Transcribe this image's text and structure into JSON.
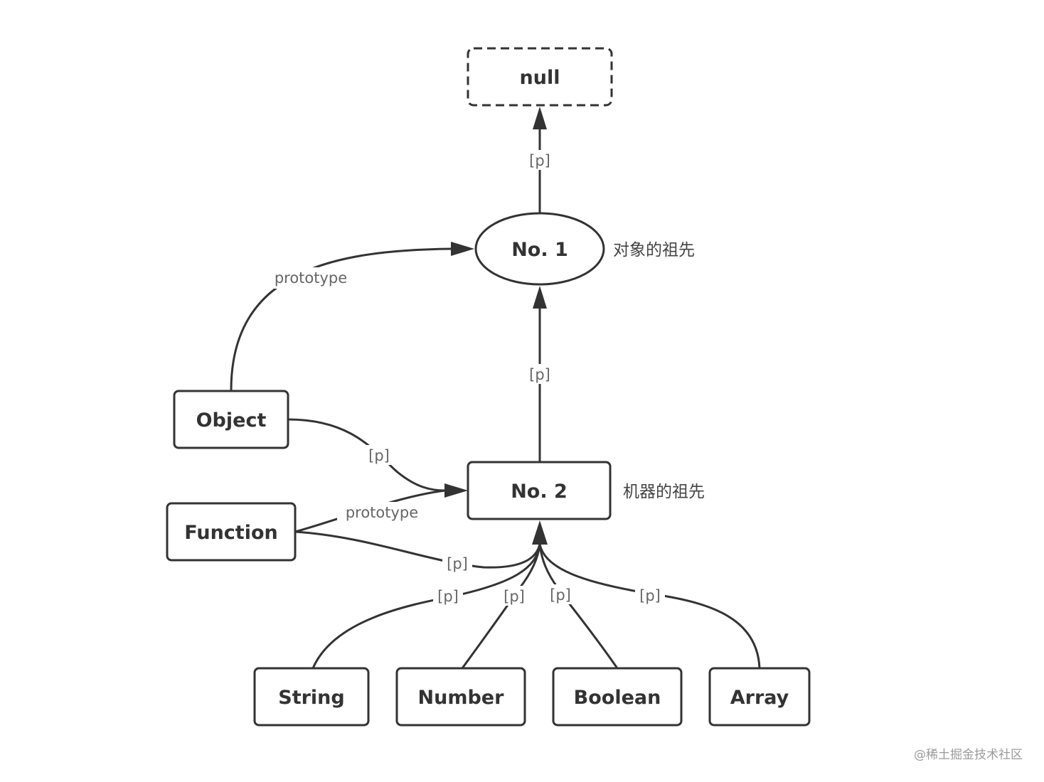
{
  "diagram": {
    "nodes": {
      "null": {
        "label": "null",
        "shape": "dashed-rounded-rect"
      },
      "no1": {
        "label": "No. 1",
        "shape": "ellipse"
      },
      "no2": {
        "label": "No. 2",
        "shape": "rounded-rect"
      },
      "object": {
        "label": "Object",
        "shape": "rounded-rect"
      },
      "function": {
        "label": "Function",
        "shape": "rounded-rect"
      },
      "string": {
        "label": "String",
        "shape": "rounded-rect"
      },
      "number": {
        "label": "Number",
        "shape": "rounded-rect"
      },
      "boolean": {
        "label": "Boolean",
        "shape": "rounded-rect"
      },
      "array": {
        "label": "Array",
        "shape": "rounded-rect"
      }
    },
    "edges": [
      {
        "from": "no1",
        "to": "null",
        "label": "[p]"
      },
      {
        "from": "no2",
        "to": "no1",
        "label": "[p]"
      },
      {
        "from": "object",
        "to": "no1",
        "label": "prototype"
      },
      {
        "from": "object",
        "to": "no2",
        "label": "[p]"
      },
      {
        "from": "function",
        "to": "no2",
        "label": "prototype"
      },
      {
        "from": "function",
        "to": "no2",
        "label": "[p]"
      },
      {
        "from": "string",
        "to": "no2",
        "label": "[p]"
      },
      {
        "from": "number",
        "to": "no2",
        "label": "[p]"
      },
      {
        "from": "boolean",
        "to": "no2",
        "label": "[p]"
      },
      {
        "from": "array",
        "to": "no2",
        "label": "[p]"
      }
    ],
    "annotations": {
      "no1": "对象的祖先",
      "no2": "机器的祖先"
    }
  },
  "watermark": "@稀土掘金技术社区"
}
